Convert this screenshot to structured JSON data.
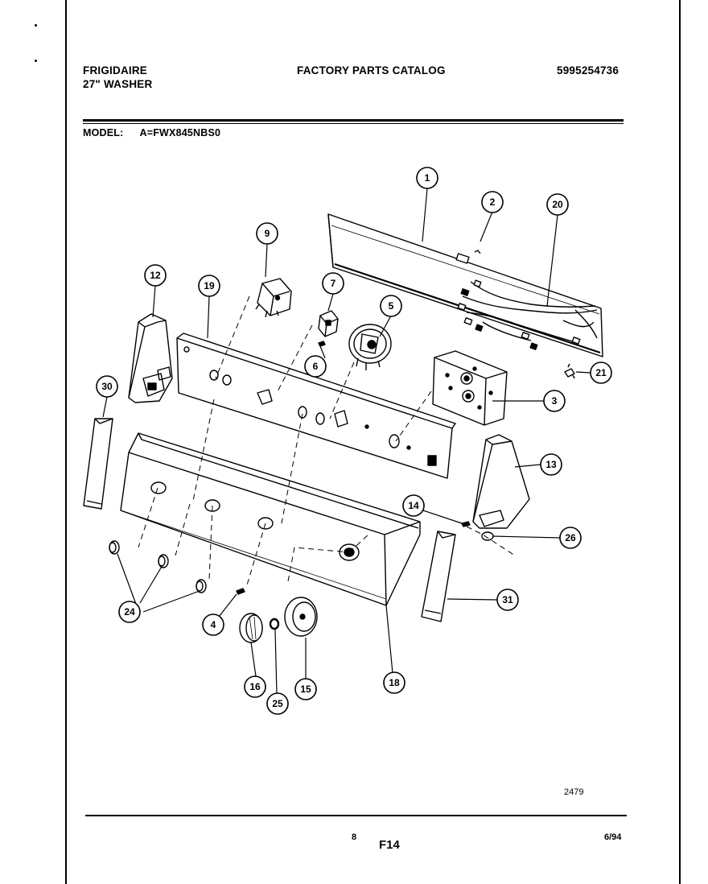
{
  "header": {
    "brand": "FRIGIDAIRE",
    "product": "27\" WASHER",
    "catalog_title": "FACTORY PARTS CATALOG",
    "part_number": "5995254736"
  },
  "model": {
    "label": "MODEL:",
    "value": "A=FWX845NBS0"
  },
  "callouts": [
    {
      "id": "callout-1",
      "label": "1"
    },
    {
      "id": "callout-2",
      "label": "2"
    },
    {
      "id": "callout-20",
      "label": "20"
    },
    {
      "id": "callout-9",
      "label": "9"
    },
    {
      "id": "callout-7",
      "label": "7"
    },
    {
      "id": "callout-5",
      "label": "5"
    },
    {
      "id": "callout-12",
      "label": "12"
    },
    {
      "id": "callout-19",
      "label": "19"
    },
    {
      "id": "callout-6",
      "label": "6"
    },
    {
      "id": "callout-21",
      "label": "21"
    },
    {
      "id": "callout-3",
      "label": "3"
    },
    {
      "id": "callout-30",
      "label": "30"
    },
    {
      "id": "callout-13",
      "label": "13"
    },
    {
      "id": "callout-14",
      "label": "14"
    },
    {
      "id": "callout-26",
      "label": "26"
    },
    {
      "id": "callout-31",
      "label": "31"
    },
    {
      "id": "callout-24",
      "label": "24"
    },
    {
      "id": "callout-4",
      "label": "4"
    },
    {
      "id": "callout-16",
      "label": "16"
    },
    {
      "id": "callout-25",
      "label": "25"
    },
    {
      "id": "callout-15",
      "label": "15"
    },
    {
      "id": "callout-18",
      "label": "18"
    }
  ],
  "footer": {
    "diagram_code": "2479",
    "page_number": "8",
    "section": "F14",
    "date": "6/94"
  }
}
